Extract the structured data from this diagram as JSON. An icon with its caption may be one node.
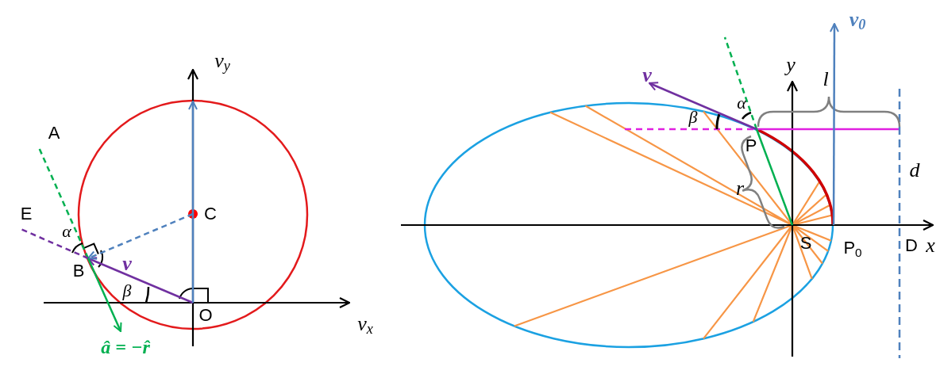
{
  "diagram": {
    "nodes": [
      {
        "text": [
          "A"
        ]
      },
      {
        "text": [
          "E"
        ]
      },
      {
        "text": [
          "C"
        ]
      },
      {
        "text": [
          "B"
        ]
      },
      {
        "text": [
          "O"
        ]
      },
      {
        "text": [
          "â = −r̂"
        ]
      },
      {
        "text": [
          "v"
        ]
      },
      {
        "text": [
          "P"
        ]
      },
      {
        "text": [
          "S"
        ]
      },
      {
        "text": [
          "P$_{0}$"
        ]
      },
      {
        "text": [
          "D"
        ]
      },
      {
        "text": [
          "v$_{0}$"
        ]
      }
    ],
    "edges": [
      {
        "from": 4,
        "to": 3,
        "arrow": "to",
        "label": "v",
        "color": "#7030a0"
      },
      {
        "from": 2,
        "to": 3,
        "arrow": "to",
        "style": "dashed",
        "color": "#4f81bd"
      },
      {
        "from": 3,
        "to": 0,
        "arrow": "none",
        "style": "dashed",
        "color": "#00b050"
      },
      {
        "from": 3,
        "to": 1,
        "arrow": "none",
        "style": "dashed",
        "color": "#7030a0"
      },
      {
        "from": 3,
        "to": 5,
        "arrow": "to",
        "color": "#00b050"
      },
      {
        "from": 4,
        "to": null,
        "arrow": "to",
        "color": "#4f81bd"
      },
      {
        "from": 8,
        "to": 7,
        "arrow": "none",
        "color": "#00b050"
      },
      {
        "from": 7,
        "to": 6,
        "arrow": "to",
        "color": "#7030a0"
      },
      {
        "from": 9,
        "to": 11,
        "arrow": "to",
        "color": "#4f81bd"
      }
    ],
    "labels": [
      "v$_{y}$",
      "v$_{x}$",
      "α",
      "β",
      "y",
      "l",
      "α",
      "β",
      "r",
      "d",
      "x"
    ]
  }
}
